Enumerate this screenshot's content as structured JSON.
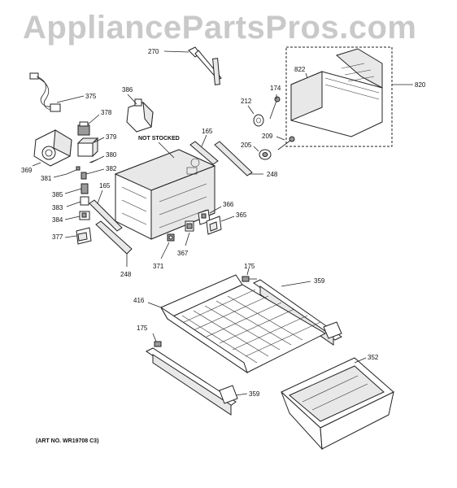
{
  "watermark": "AppliancePartsPros.com",
  "art_number": "(ART NO. WR19708 C3)",
  "not_stocked": "NOT STOCKED",
  "callouts": {
    "c270": "270",
    "c375": "375",
    "c386": "386",
    "c378": "378",
    "c379": "379",
    "c369": "369",
    "c380": "380",
    "c381": "381",
    "c382": "382",
    "c385": "385",
    "c383": "383",
    "c384": "384",
    "c377": "377",
    "c165a": "165",
    "c165b": "165",
    "c248a": "248",
    "c248b": "248",
    "c371": "371",
    "c367": "367",
    "c366": "366",
    "c365": "365",
    "c822": "822",
    "c820": "820",
    "c174": "174",
    "c212": "212",
    "c209": "209",
    "c205": "205",
    "c175a": "175",
    "c175b": "175",
    "c359a": "359",
    "c359b": "359",
    "c416": "416",
    "c352": "352"
  }
}
